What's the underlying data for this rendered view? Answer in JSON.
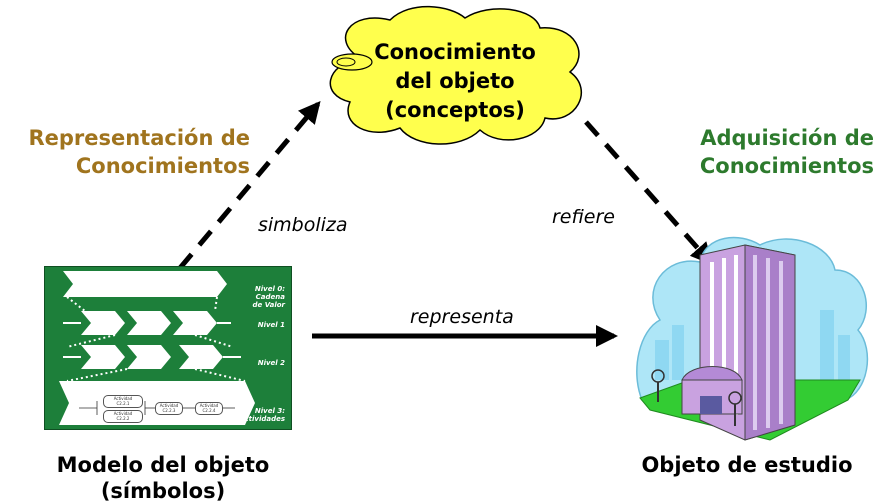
{
  "concept_cloud": {
    "line1": "Conocimiento",
    "line2": "del objeto",
    "line3": "(conceptos)"
  },
  "left_label": {
    "line1": "Representación de",
    "line2": "Conocimientos",
    "color": "#a0741e"
  },
  "right_label": {
    "line1": "Adquisición de",
    "line2": "Conocimientos",
    "color": "#2d7a2d"
  },
  "verbs": {
    "symbolizes": "simboliza",
    "refers": "refiere",
    "represents": "representa"
  },
  "model": {
    "caption_line1": "Modelo del objeto",
    "caption_line2": "(símbolos)",
    "levels": [
      {
        "line1": "Nivel 0:",
        "line2": "Cadena",
        "line3": "de Valor"
      },
      {
        "line1": "Nivel 1"
      },
      {
        "line1": "Nivel 2"
      },
      {
        "line1": "Nivel 3:",
        "line2": "Actividades"
      }
    ],
    "activities": [
      {
        "line1": "Actividad",
        "line2": "C2.2.1"
      },
      {
        "line1": "Actividad",
        "line2": "C2.2.2"
      },
      {
        "line1": "Actividad",
        "line2": "C2.2.3"
      },
      {
        "line1": "Actividad",
        "line2": "C2.2.4"
      }
    ]
  },
  "study_object": {
    "caption": "Objeto de estudio"
  },
  "colors": {
    "cloud_fill": "#ffff4d",
    "model_fill": "#1d7f3a",
    "building": "#c9a2e0"
  }
}
